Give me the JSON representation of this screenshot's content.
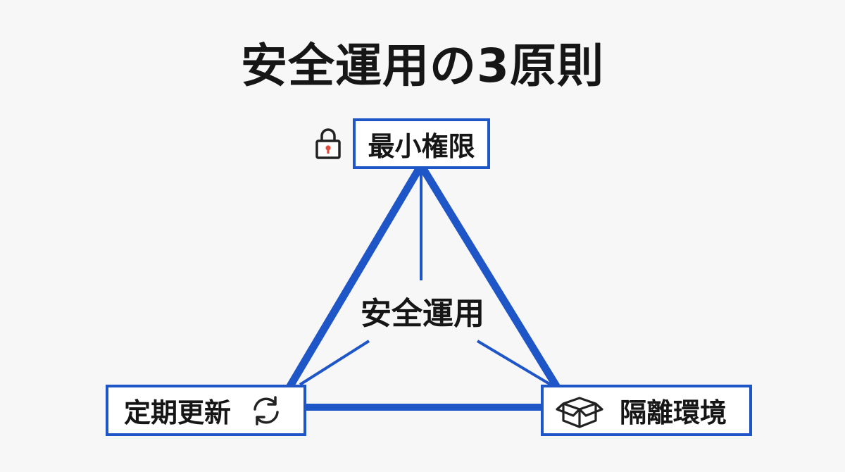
{
  "title": "安全運用の3原則",
  "center": {
    "label": "安全運用"
  },
  "nodes": {
    "top": {
      "label": "最小権限",
      "icon": "lock-icon"
    },
    "left": {
      "label": "定期更新",
      "icon": "refresh-icon"
    },
    "right": {
      "label": "隔離環境",
      "icon": "box-icon"
    }
  },
  "colors": {
    "accent": "#1f56c7",
    "lock_keyhole": "#e04a3a",
    "text": "#161616",
    "background": "#f7f7f7"
  }
}
